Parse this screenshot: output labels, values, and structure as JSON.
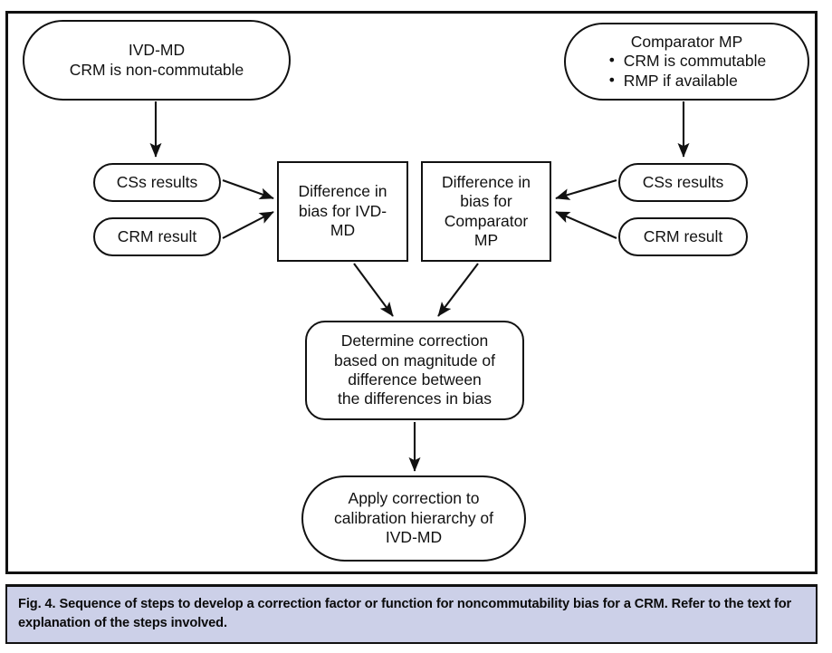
{
  "figure": {
    "nodes": {
      "ivd_md": {
        "lines": [
          "IVD-MD",
          "CRM is non-commutable"
        ]
      },
      "comparator_mp": {
        "title": "Comparator MP",
        "bullets": [
          "CRM is commutable",
          "RMP if available"
        ]
      },
      "css_results_left": {
        "label": "CSs results"
      },
      "crm_result_left": {
        "label": "CRM result"
      },
      "css_results_right": {
        "label": "CSs results"
      },
      "crm_result_right": {
        "label": "CRM result"
      },
      "difference_bias_ivdmd": {
        "lines": [
          "Difference in",
          "bias for IVD-",
          "MD"
        ]
      },
      "difference_bias_comparator": {
        "lines": [
          "Difference in",
          "bias for",
          "Comparator",
          "MP"
        ]
      },
      "determine_correction": {
        "lines": [
          "Determine correction",
          "based on magnitude of",
          "difference between",
          "the differences in bias"
        ]
      },
      "apply_correction": {
        "lines": [
          "Apply correction to",
          "calibration hierarchy of",
          "IVD-MD"
        ]
      }
    },
    "colors": {
      "stroke": "#111111",
      "node_fill": "#ffffff",
      "caption_background": "#ccd0e8",
      "text": "#111111"
    }
  },
  "caption": {
    "figure_label": "Fig. 4.",
    "text": "Sequence of steps to develop a correction factor or function for noncommutability bias for a CRM. Refer to the text for explanation of the steps involved."
  }
}
